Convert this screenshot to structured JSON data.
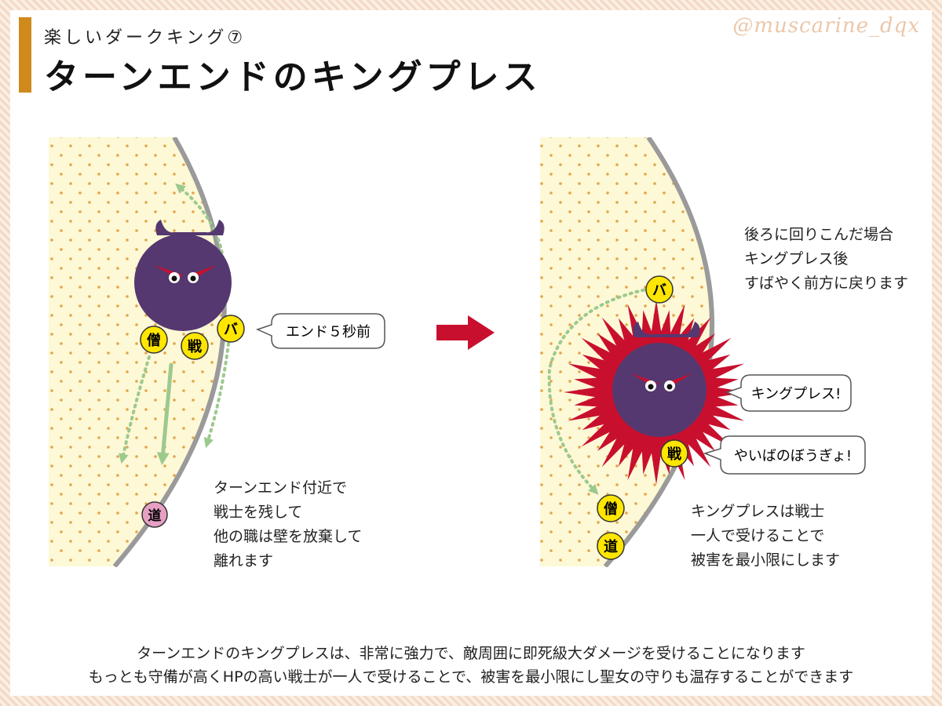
{
  "header": {
    "subtitle": "楽しいダークキング⑦",
    "title": "ターンエンドのキングプレス",
    "watermark": "@muscarine_dqx"
  },
  "colors": {
    "arena_fill": "#fdf8d6",
    "arena_dots": "#e2a64a",
    "wall": "#9a9a9a",
    "boss": "#55386f",
    "burst": "#c8102e",
    "unit_fill": "#ffe600",
    "path": "#9cc98e",
    "arrow": "#c8102e",
    "title_bar": "#d08a1c"
  },
  "left_panel": {
    "units": {
      "monk": "僧",
      "warrior": "戦",
      "battlemaster": "バ",
      "tool": "道"
    },
    "bubble": "エンド５秒前",
    "caption": [
      "ターンエンド付近で",
      "戦士を残して",
      "他の職は壁を放棄して",
      "離れます"
    ]
  },
  "right_panel": {
    "units": {
      "battlemaster": "バ",
      "warrior": "戦",
      "monk": "僧",
      "tool": "道"
    },
    "caption_top": [
      "後ろに回りこんだ場合",
      "キングプレス後",
      "すばやく前方に戻ります"
    ],
    "bubble_press": "キングプレス!",
    "bubble_warrior": "やいばのぼうぎょ!",
    "caption_bottom": [
      "キングプレスは戦士",
      "一人で受けることで",
      "被害を最小限にします"
    ]
  },
  "footer": {
    "line1": "ターンエンドのキングプレスは、非常に強力で、敵周囲に即死級大ダメージを受けることになります",
    "line2": "もっとも守備が高くHPの高い戦士が一人で受けることで、被害を最小限にし聖女の守りも温存することができます"
  }
}
